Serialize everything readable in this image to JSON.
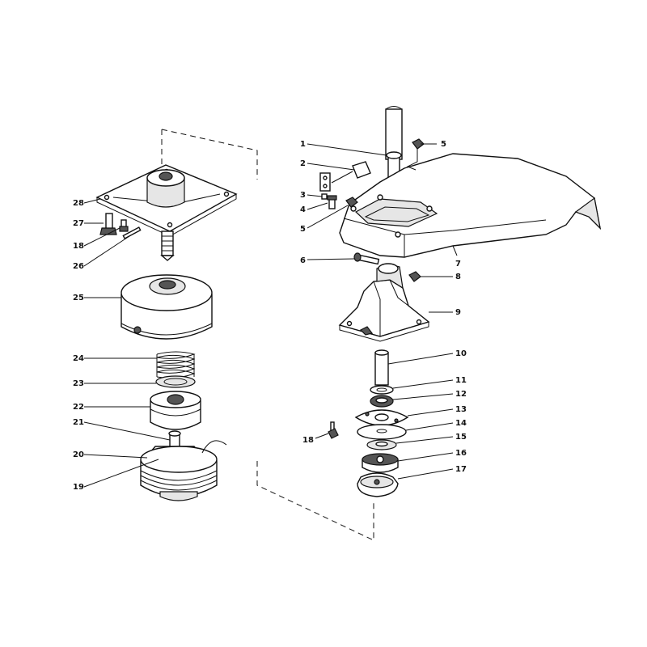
{
  "callouts": {
    "c1": "1",
    "c2": "2",
    "c3": "3",
    "c4": "4",
    "c5a": "5",
    "c5b": "5",
    "c6": "6",
    "c7": "7",
    "c8": "8",
    "c9": "9",
    "c10": "10",
    "c11": "11",
    "c12": "12",
    "c13": "13",
    "c14": "14",
    "c15": "15",
    "c16": "16",
    "c17": "17",
    "c18r": "18",
    "c18l": "18",
    "c19": "19",
    "c20": "20",
    "c21": "21",
    "c22": "22",
    "c23": "23",
    "c24": "24",
    "c25": "25",
    "c26": "26",
    "c27": "27",
    "c28": "28"
  }
}
